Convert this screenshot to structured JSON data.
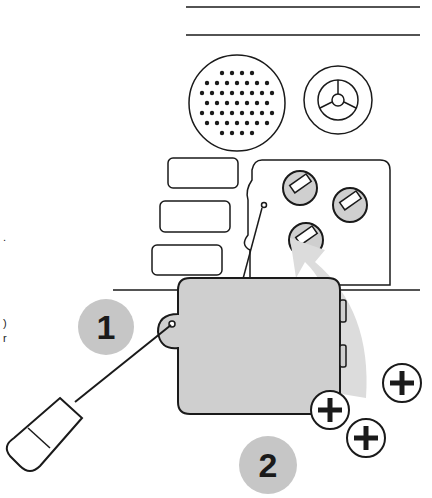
{
  "diagram": {
    "nodes": [
      {
        "text": [
          "1"
        ]
      },
      {
        "text": [
          "2"
        ]
      }
    ],
    "labels": [
      ".",
      ")",
      "r"
    ]
  }
}
